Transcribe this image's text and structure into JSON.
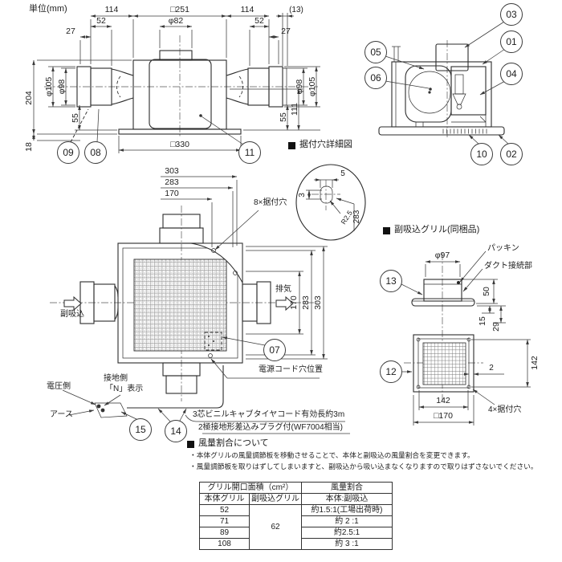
{
  "units_label": "単位(mm)",
  "callouts": {
    "c01": "01",
    "c02": "02",
    "c03": "03",
    "c04": "04",
    "c05": "05",
    "c06": "06",
    "c07": "07",
    "c08": "08",
    "c09": "09",
    "c10": "10",
    "c11": "11",
    "c12": "12",
    "c13": "13",
    "c14": "14",
    "c15": "15"
  },
  "front": {
    "w114l": "114",
    "w251": "□251",
    "w114r": "114",
    "w13": "(13)",
    "w52l": "52",
    "phi82": "φ82",
    "w52r": "52",
    "w27l": "27",
    "w27r": "27",
    "h204": "204",
    "phi105l": "φ105",
    "phi98l": "φ98",
    "h55l": "55",
    "h18": "18",
    "phi98r": "φ98",
    "phi105r": "φ105",
    "h55r": "55",
    "h111": "111",
    "w330": "□330"
  },
  "detail": {
    "title": "据付穴詳細図",
    "w5": "5",
    "h3": "3",
    "r25": "R2.5",
    "p283": "283"
  },
  "plan": {
    "d303t": "303",
    "d283t": "283",
    "d170t": "170",
    "d170r": "170",
    "d283r": "283",
    "d303r": "303",
    "mount8": "8×据付穴",
    "exhaust": "排気",
    "subintake": "副吸込",
    "cordhole": "電源コード穴位置",
    "voltage": "電圧側",
    "groundside": "接地側",
    "nmark": "「N」表示",
    "earth": "アース",
    "cord1": "3芯ビニルキャブタイヤコード有効長約3m",
    "cord2": "2極接地形差込みプラグ付(WF7004相当)"
  },
  "sub": {
    "title": "副吸込グリル(同梱品)",
    "phi97": "φ97",
    "packing": "パッキン",
    "duct": "ダクト接続部",
    "d50": "50",
    "d15": "15",
    "d29": "29",
    "w142": "142",
    "w170": "□170",
    "h142": "142",
    "d2": "2",
    "mount4": "4×据付穴"
  },
  "airflow": {
    "title": "風量割合について",
    "note1": "・本体グリルの風量調節板を移動させることで、本体と副吸込の風量割合を変更できます。",
    "note2": "・風量調節板を取りはずしてしまいますと、副吸込から吸い込まなくなりますので取りはずさないでください。",
    "table": {
      "h_area": "グリル開口面積（cm²）",
      "h_ratio": "風量割合",
      "c_main": "本体グリル",
      "c_sub": "副吸込グリル",
      "c_ratio": "本体:副吸込",
      "sub_value": "62",
      "rows": [
        [
          "52",
          "約1.5:1(工場出荷時)"
        ],
        [
          "71",
          "約 2 :1"
        ],
        [
          "89",
          "約2.5:1"
        ],
        [
          "108",
          "約 3 :1"
        ]
      ]
    }
  }
}
